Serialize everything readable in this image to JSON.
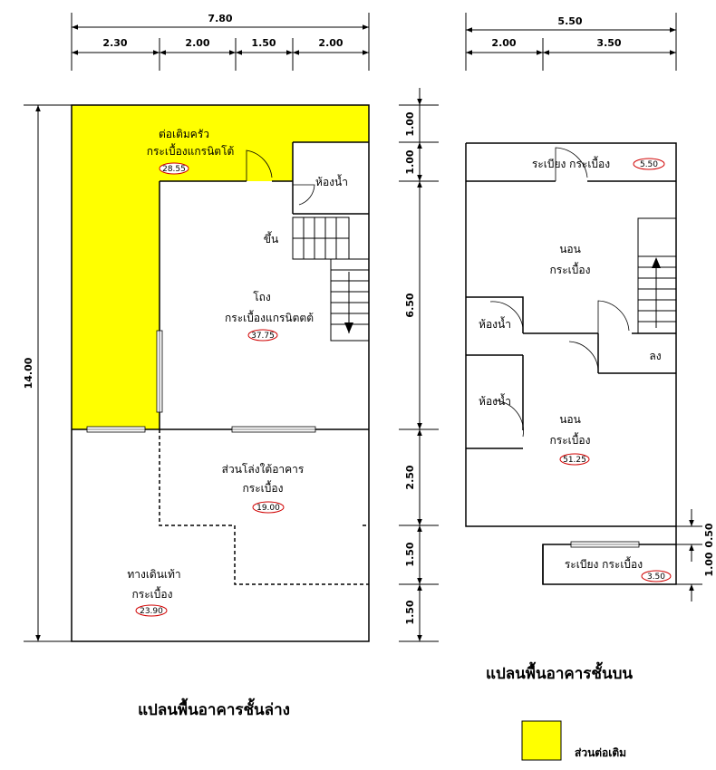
{
  "ground_plan": {
    "title": "แปลนพื้นอาคารชั้นล่าง",
    "overall_width": "7.80",
    "segments": [
      "2.30",
      "2.00",
      "1.50",
      "2.00"
    ],
    "overall_depth": "14.00",
    "right_segments": [
      "1.00",
      "1.00",
      "6.50",
      "2.50",
      "1.50",
      "1.50"
    ],
    "rooms": {
      "kitchen_name": "ต่อเติมครัว",
      "kitchen_floor": "กระเบื้องแกรนิตโต้",
      "kitchen_area": "28.55",
      "bathroom": "ห้องน้ำ",
      "stair_up": "ขึ้น",
      "hall_name": "โถง",
      "hall_floor": "กระเบื้องแกรนิตตต้",
      "hall_area": "37.75",
      "carport_name": "ส่วนโล่งใต้อาคาร",
      "carport_floor": "กระเบื้อง",
      "carport_area": "19.00",
      "walkway_name": "ทางเดินเท้า",
      "walkway_floor": "กระเบื้อง",
      "walkway_area": "23.90"
    }
  },
  "upper_plan": {
    "title": "แปลนพื้นอาคารชั้นบน",
    "overall_width": "5.50",
    "segments": [
      "2.00",
      "3.50"
    ],
    "right_segments": [
      "0.50",
      "1.00"
    ],
    "rooms": {
      "balcony_top_name": "ระเบียง กระเบื้อง",
      "balcony_top_area": "5.50",
      "bed1_name": "นอน",
      "bed1_floor": "กระเบื้อง",
      "bath1": "ห้องน้ำ",
      "stair_down": "ลง",
      "bath2": "ห้องน้ำ",
      "bed2_name": "นอน",
      "bed2_floor": "กระเบื้อง",
      "bed2_area": "51.25",
      "balcony_bottom_name": "ระเบียง กระเบื้อง",
      "balcony_bottom_area": "3.50"
    }
  },
  "legend": {
    "label": "ส่วนต่อเติม",
    "color": "#ffff00"
  }
}
